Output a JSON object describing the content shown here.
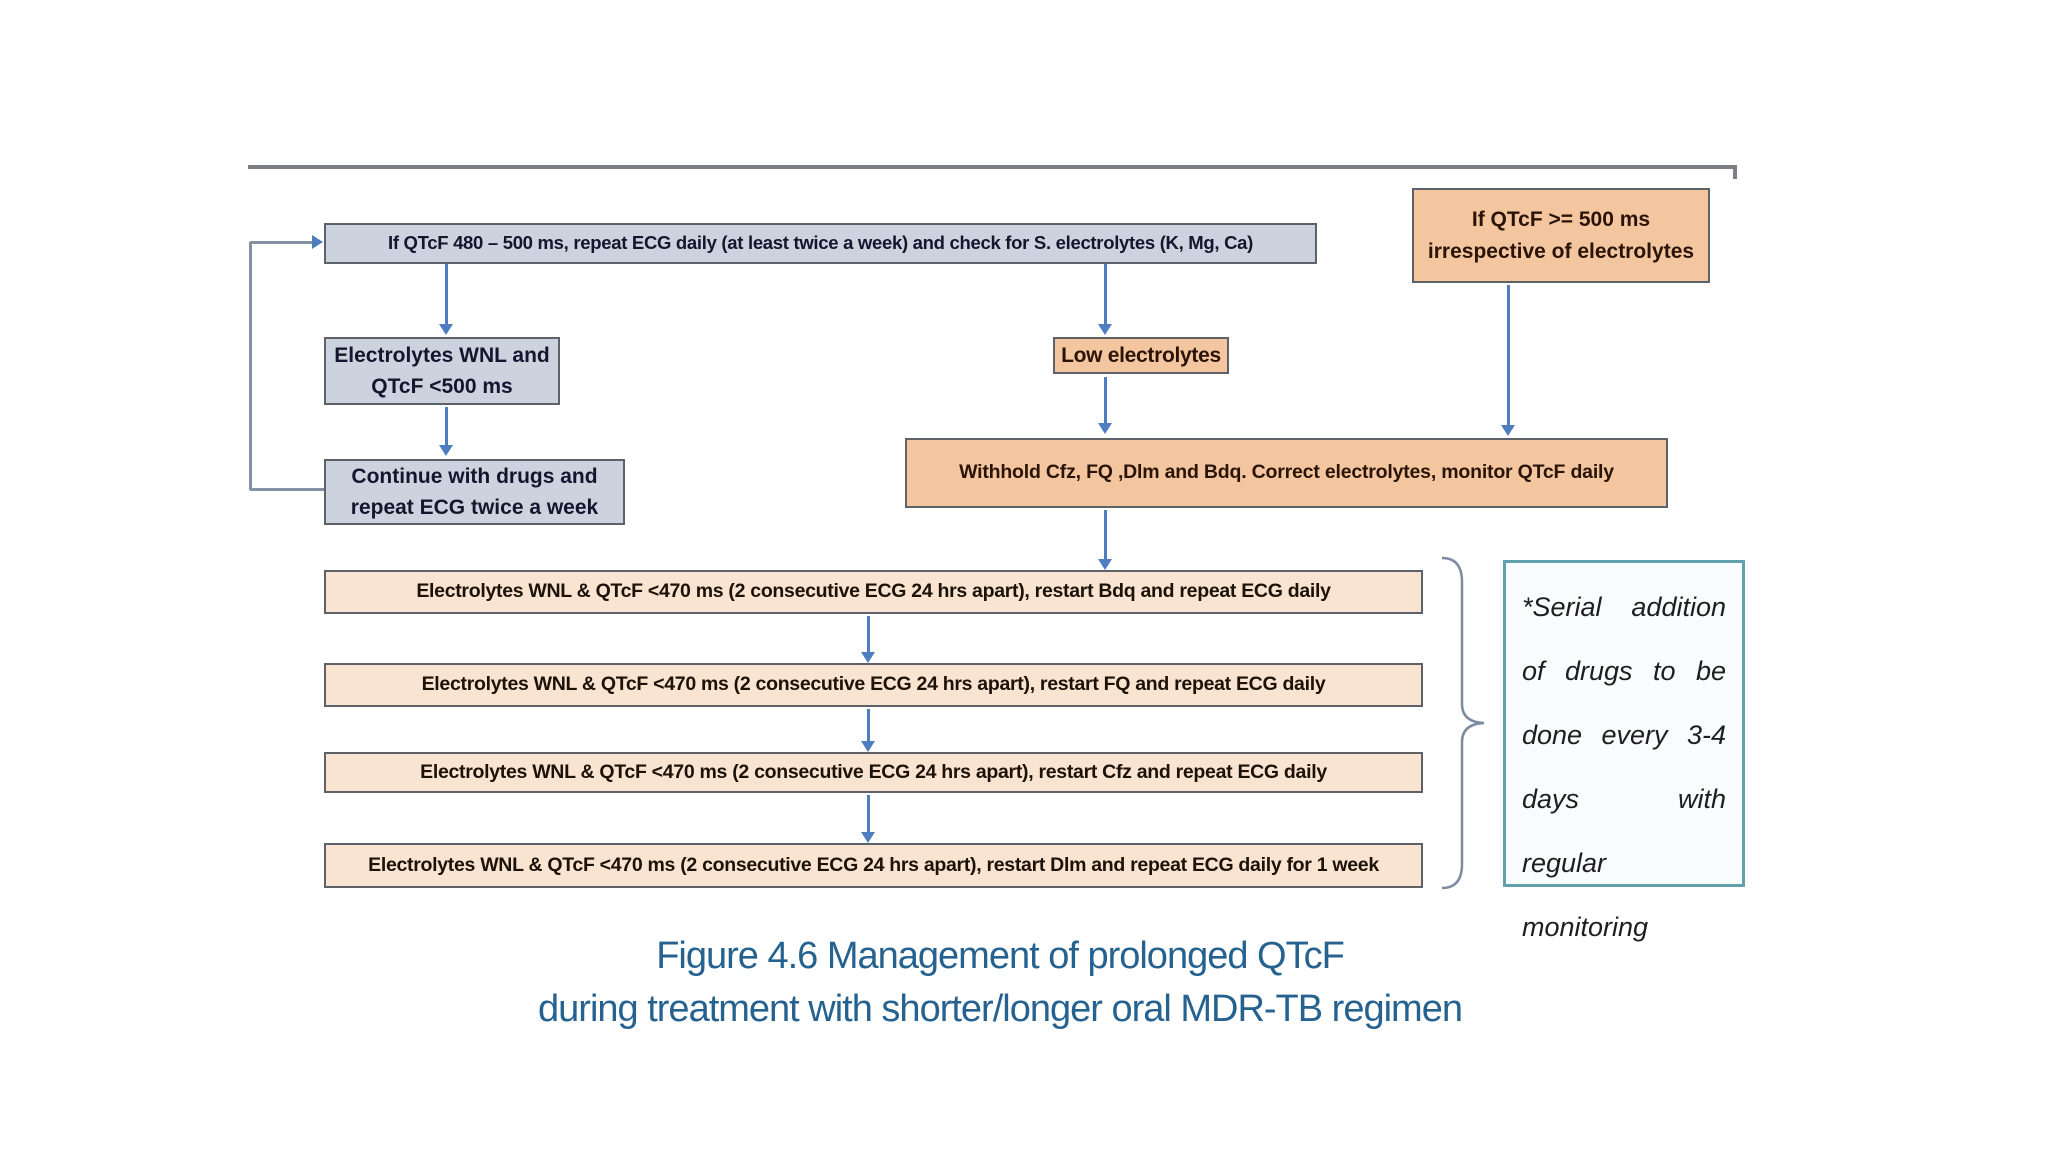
{
  "figure": {
    "type": "flowchart",
    "topic": "Management of prolonged QTcF"
  },
  "palette": {
    "grey_box_fill": "#cdd3de",
    "peach_box_fill": "#f4c6a0",
    "light_peach_box_fill": "#f9e3d1",
    "box_border": "#5e6167",
    "arrow_blue": "#4f7ec0",
    "feedback_line_grey": "#8591a3",
    "top_rule_grey": "#7c8084",
    "note_border_teal": "#5fa0ac",
    "caption_blue": "#26628f"
  },
  "flowchart": {
    "box_qtcf_480_500": {
      "text": "If QTcF 480 – 500 ms, repeat ECG daily (at least twice a week) and check for S. electrolytes (K, Mg, Ca)"
    },
    "box_qtcf_ge_500": {
      "line1": "If QTcF >= 500 ms",
      "line2": "irrespective of electrolytes"
    },
    "box_electrolytes_wnl": {
      "line1": "Electrolytes WNL and",
      "line2": "QTcF <500 ms"
    },
    "box_continue_drugs": {
      "line1": "Continue with drugs and",
      "line2": "repeat ECG twice a week"
    },
    "box_low_electrolytes": {
      "text": "Low electrolytes"
    },
    "box_withhold": {
      "text": "Withhold Cfz, FQ ,Dlm and Bdq. Correct electrolytes, monitor QTcF daily"
    },
    "restart_steps": [
      {
        "text": "Electrolytes WNL & QTcF <470 ms (2 consecutive ECG 24 hrs apart), restart Bdq and repeat ECG daily"
      },
      {
        "text": "Electrolytes WNL & QTcF <470 ms (2 consecutive ECG 24 hrs apart), restart FQ and repeat ECG daily"
      },
      {
        "text": "Electrolytes WNL & QTcF <470 ms (2 consecutive ECG 24 hrs apart), restart Cfz and repeat ECG daily"
      },
      {
        "text": "Electrolytes WNL & QTcF <470 ms (2 consecutive ECG 24 hrs apart), restart Dlm and repeat ECG daily for 1 week"
      }
    ],
    "note": {
      "full_text": "*Serial addition of drugs to be done every 3-4 days with regular monitoring",
      "lines": [
        "*Serial addition",
        "of drugs to be",
        "done every 3-4",
        "days with regular",
        "monitoring"
      ]
    }
  },
  "caption": {
    "line1": "Figure 4.6 Management of prolonged QTcF",
    "line2": "during treatment with shorter/longer oral MDR-TB regimen"
  }
}
